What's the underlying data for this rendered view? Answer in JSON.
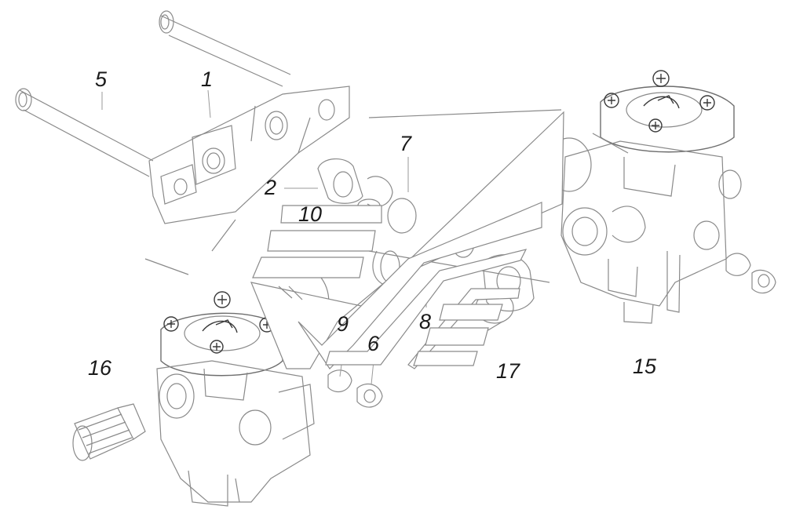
{
  "diagram": {
    "callouts": {
      "c1": "1",
      "c2": "2",
      "c5": "5",
      "c6": "6",
      "c7": "7",
      "c8": "8",
      "c9": "9",
      "c10": "10",
      "c15": "15",
      "c16": "16",
      "c17": "17"
    },
    "colors": {
      "line": "#8a8a8a",
      "line_dark": "#3a3a3a",
      "label": "#1a1a1a",
      "background": "#ffffff"
    }
  }
}
